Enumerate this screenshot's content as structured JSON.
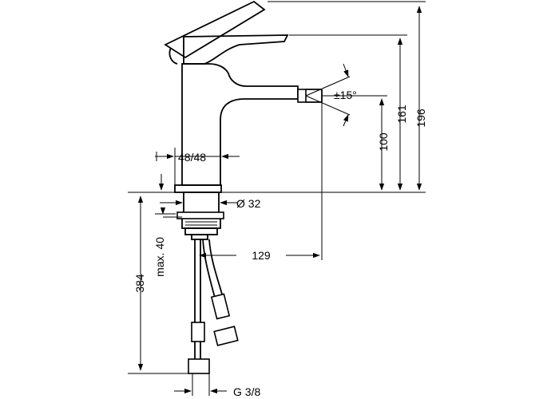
{
  "dimensions": {
    "spout_width": "48/48",
    "diameter": "Ø 32",
    "angle": "±15°",
    "height_100": "100",
    "height_161": "161",
    "height_196": "196",
    "projection": "129",
    "max_thickness": "max. 40",
    "hose_length": "384",
    "thread": "G 3/8"
  }
}
